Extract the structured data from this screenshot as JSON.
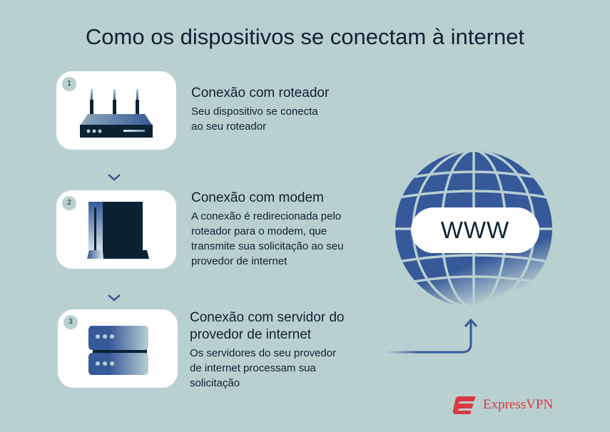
{
  "title": "Como os dispositivos se conectam à internet",
  "steps": [
    {
      "number": "1",
      "icon": "router-icon",
      "title": "Conexão com roteador",
      "description_lines": [
        "Seu dispositivo se conecta",
        "ao seu roteador"
      ]
    },
    {
      "number": "2",
      "icon": "modem-icon",
      "title": "Conexão com modem",
      "description_lines": [
        "A conexão é redirecionada pelo",
        "roteador para o modem, que",
        "transmite sua solicitação ao seu",
        "provedor de internet"
      ]
    },
    {
      "number": "3",
      "icon": "server-icon",
      "title_lines": [
        "Conexão com servidor do",
        "provedor de internet"
      ],
      "description_lines": [
        "Os servidores do seu provedor",
        "de internet processam sua",
        "solicitação"
      ]
    }
  ],
  "globe": {
    "icon": "globe-icon",
    "label": "WWW"
  },
  "brand": {
    "name": "ExpressVPN",
    "color": "#da3940"
  },
  "colors": {
    "background": "#b9d0d1",
    "primary_blue": "#36599a",
    "dark_navy": "#0b2233",
    "card": "#ffffff"
  }
}
